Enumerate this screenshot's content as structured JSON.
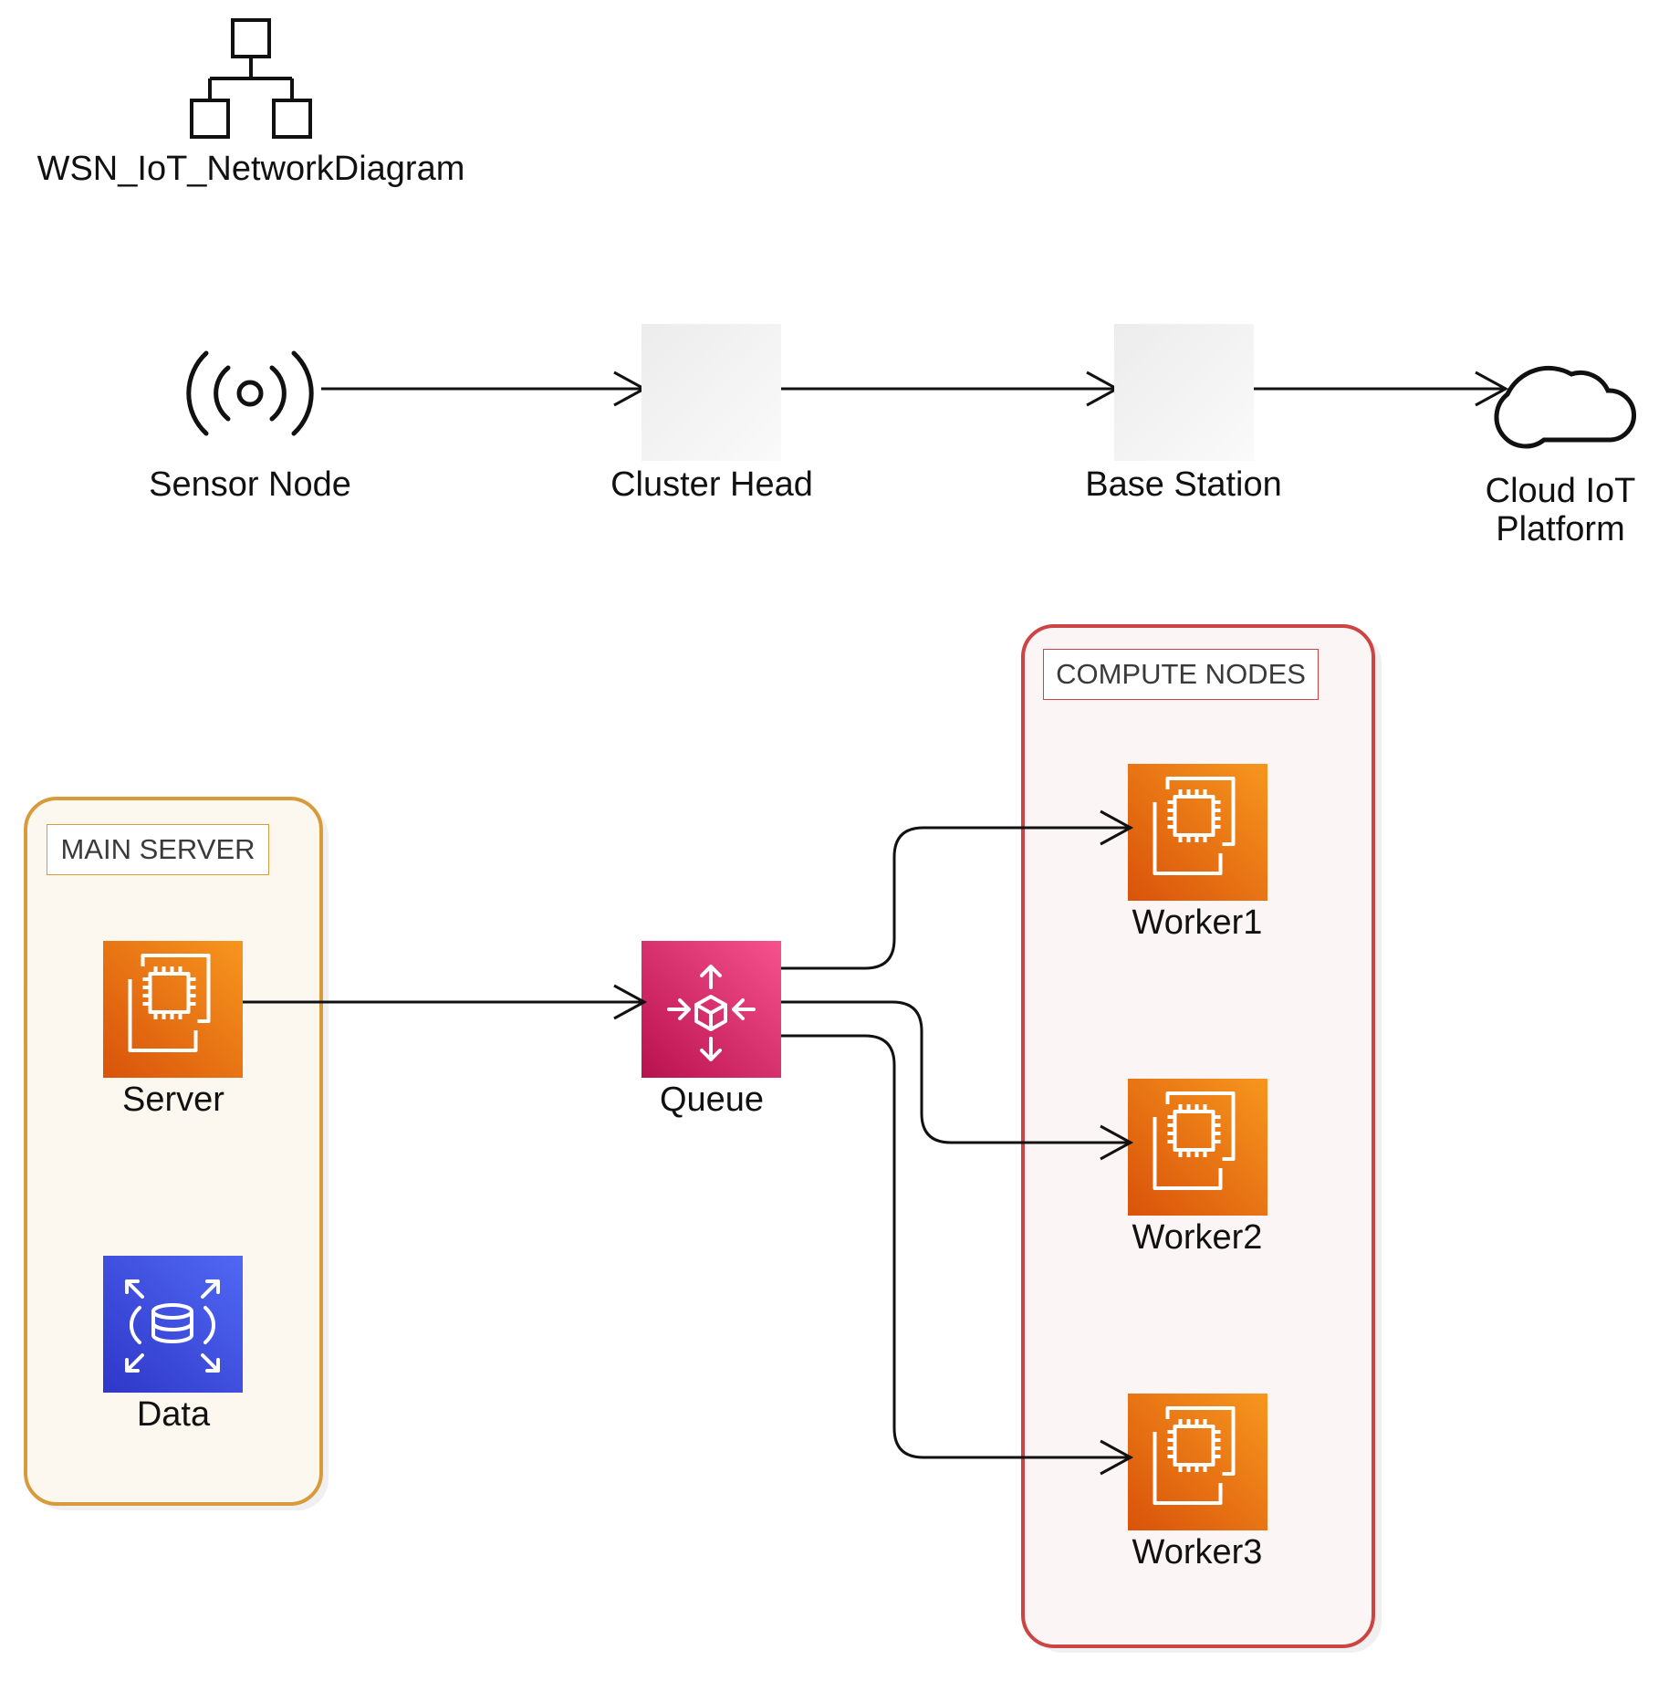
{
  "diagram": {
    "title": "WSN_IoT_NetworkDiagram",
    "flow_nodes": {
      "sensor": "Sensor Node",
      "cluster": "Cluster Head",
      "base": "Base Station",
      "cloud_line1": "Cloud IoT",
      "cloud_line2": "Platform"
    },
    "groups": {
      "main_server": "MAIN SERVER",
      "compute_nodes": "COMPUTE NODES"
    },
    "services": {
      "server": "Server",
      "data": "Data",
      "queue": "Queue",
      "worker1": "Worker1",
      "worker2": "Worker2",
      "worker3": "Worker3"
    },
    "colors": {
      "compute_orange_top": "#F58A1F",
      "compute_orange_bottom": "#D9530A",
      "queue_pink_top": "#F54B86",
      "queue_pink_bottom": "#C2185B",
      "database_blue_top": "#4B5CF2",
      "database_blue_bottom": "#2E37C8",
      "main_server_border": "#D79B3C",
      "main_server_fill": "#FCF8EF",
      "compute_nodes_border": "#CC4444",
      "compute_nodes_fill": "#FCF5F5"
    }
  }
}
